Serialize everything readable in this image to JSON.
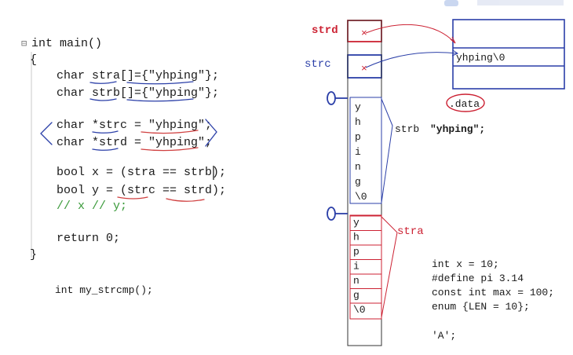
{
  "code": {
    "lines": [
      "int main()",
      "{",
      "char stra[]={\"yhping\"};",
      "char strb[]={\"yhping\"};",
      "char *strc = \"yhping\";",
      "char *strd = \"yhping\";",
      "bool x = (stra == strb);",
      "bool y = (strc == strd);",
      "// x  // y;",
      "return 0;",
      "}",
      "int my_strcmp();"
    ],
    "fold_glyph": "⊟"
  },
  "diagram": {
    "strd_label": "strd",
    "strc_label": "strc",
    "data_cell_text": "yhping\\0",
    "data_section_label": ".data",
    "strb_chars": [
      "y",
      "h",
      "p",
      "i",
      "n",
      "g",
      "\\0"
    ],
    "stra_chars": [
      "y",
      "h",
      "p",
      "i",
      "n",
      "g",
      "\\0"
    ],
    "strb_label": "strb",
    "strb_note": "\"yhping\";",
    "stra_label": "stra",
    "notes": [
      "int x = 10;",
      "#define pi 3.14",
      "const int max = 100;",
      "enum {LEN = 10};",
      "'A';"
    ],
    "cross_mark": "×"
  },
  "colors": {
    "code_text": "#1a1a1a",
    "keyword": "#3a3acc",
    "string": "#c0392b",
    "pointer_red": "#cc2233",
    "box_blue": "#2b3fa8",
    "red_underline": "#d04040"
  }
}
